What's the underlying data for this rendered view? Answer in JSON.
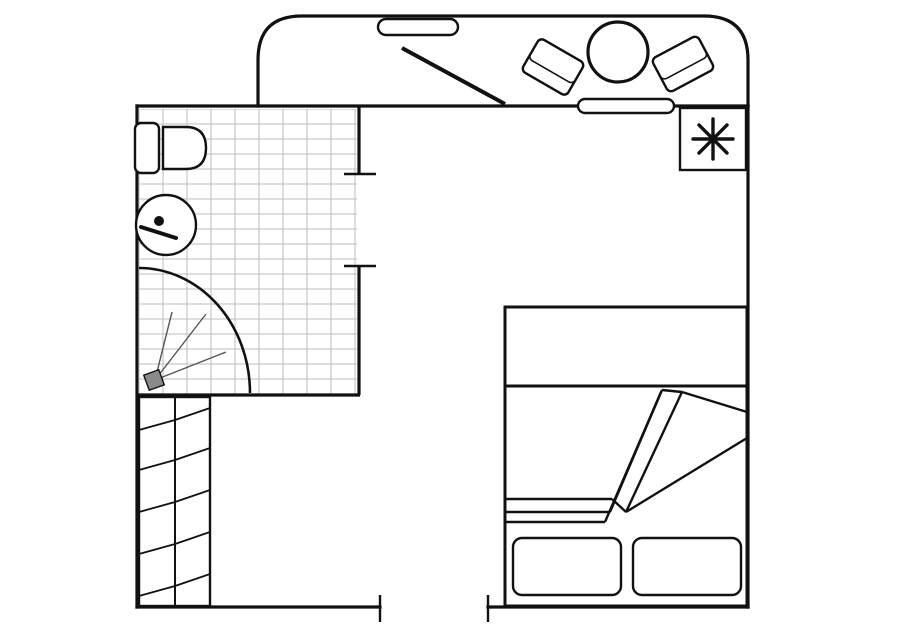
{
  "diagram": {
    "type": "floor-plan",
    "labels": [],
    "colors": {
      "background": "#ffffff",
      "line": "#111111",
      "tile_grid": "#bdbdbd",
      "shower_drain": "#8a8a8a"
    },
    "rooms": [
      {
        "name": "main-room"
      },
      {
        "name": "bathroom",
        "fixtures": [
          "toilet",
          "sink",
          "quarter-round-shower"
        ]
      },
      {
        "name": "bay-window-nook",
        "fixtures": [
          "armchair",
          "round-table",
          "armchair",
          "radiator"
        ]
      },
      {
        "name": "wardrobe"
      }
    ],
    "furniture": [
      "double-bed",
      "pillow",
      "pillow",
      "folded-blanket",
      "air-conditioner-unit",
      "wall-lamp"
    ],
    "icons": [
      "air-conditioner-snowflake-icon",
      "shower-drain-icon",
      "toilet-icon",
      "sink-icon"
    ]
  }
}
